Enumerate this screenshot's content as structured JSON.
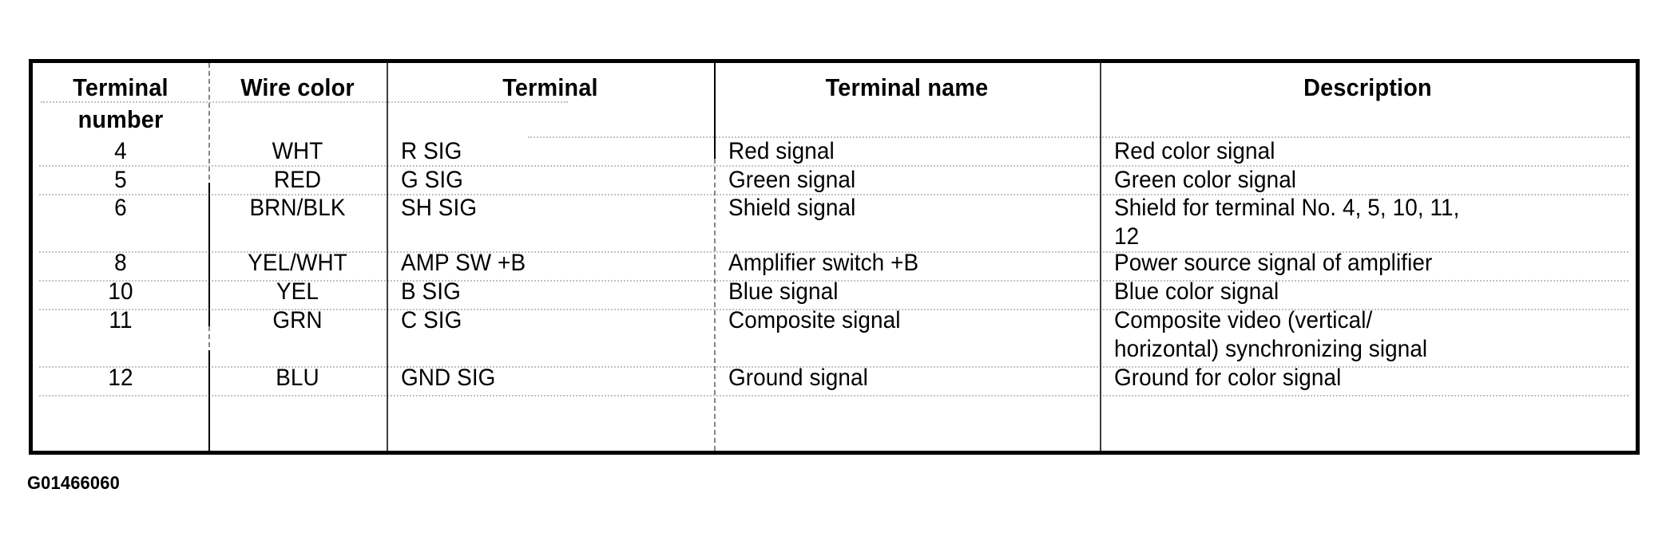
{
  "document": {
    "caption": "G01466060"
  },
  "table": {
    "columns": [
      {
        "key": "terminal_number",
        "header_line1": "Terminal",
        "header_line2": "number",
        "align": "center"
      },
      {
        "key": "wire_color",
        "header_line1": "Wire color",
        "header_line2": "",
        "align": "center"
      },
      {
        "key": "terminal",
        "header_line1": "Terminal",
        "header_line2": "",
        "align": "left"
      },
      {
        "key": "terminal_name",
        "header_line1": "Terminal name",
        "header_line2": "",
        "align": "left"
      },
      {
        "key": "description",
        "header_line1": "Description",
        "header_line2": "",
        "align": "left"
      }
    ],
    "rows": [
      {
        "terminal_number": "4",
        "wire_color": "WHT",
        "terminal": "R SIG",
        "terminal_name": "Red signal",
        "description_line1": "Red color signal",
        "description_line2": ""
      },
      {
        "terminal_number": "5",
        "wire_color": "RED",
        "terminal": "G SIG",
        "terminal_name": "Green signal",
        "description_line1": "Green color signal",
        "description_line2": ""
      },
      {
        "terminal_number": "6",
        "wire_color": "BRN/BLK",
        "terminal": "SH SIG",
        "terminal_name": "Shield signal",
        "description_line1": "Shield for terminal No. 4, 5, 10, 11,",
        "description_line2": "12"
      },
      {
        "terminal_number": "8",
        "wire_color": "YEL/WHT",
        "terminal": "AMP SW +B",
        "terminal_name": "Amplifier switch +B",
        "description_line1": "Power source signal of amplifier",
        "description_line2": ""
      },
      {
        "terminal_number": "10",
        "wire_color": "YEL",
        "terminal": "B SIG",
        "terminal_name": "Blue signal",
        "description_line1": "Blue color signal",
        "description_line2": ""
      },
      {
        "terminal_number": "11",
        "wire_color": "GRN",
        "terminal": "C SIG",
        "terminal_name": "Composite signal",
        "description_line1": "Composite video (vertical/",
        "description_line2": "horizontal) synchronizing signal"
      },
      {
        "terminal_number": "12",
        "wire_color": "BLU",
        "terminal": "GND SIG",
        "terminal_name": "Ground signal",
        "description_line1": "Ground for color signal",
        "description_line2": ""
      }
    ]
  }
}
